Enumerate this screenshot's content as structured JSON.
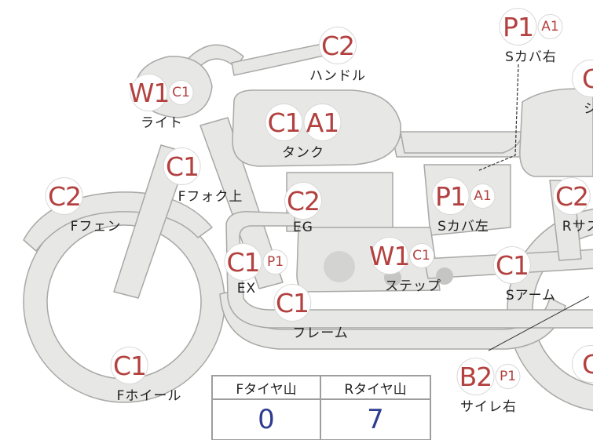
{
  "parts": [
    {
      "id": "handle",
      "grades": [
        "C2"
      ],
      "label": "ハンドル"
    },
    {
      "id": "light",
      "grades": [
        "W1",
        "C1"
      ],
      "label": "ライト"
    },
    {
      "id": "tank",
      "grades": [
        "C1",
        "A1"
      ],
      "label": "タンク"
    },
    {
      "id": "fork-upper",
      "grades": [
        "C1"
      ],
      "label": "Fフォク上"
    },
    {
      "id": "front-fender",
      "grades": [
        "C2"
      ],
      "label": "Fフェン"
    },
    {
      "id": "engine",
      "grades": [
        "C2"
      ],
      "label": "EG"
    },
    {
      "id": "exhaust",
      "grades": [
        "C1",
        "P1"
      ],
      "label": "EX"
    },
    {
      "id": "frame",
      "grades": [
        "C1"
      ],
      "label": "フレーム"
    },
    {
      "id": "step",
      "grades": [
        "W1",
        "C1"
      ],
      "label": "ステップ"
    },
    {
      "id": "side-cover-left",
      "grades": [
        "P1",
        "A1"
      ],
      "label": "Sカバ左"
    },
    {
      "id": "side-cover-right",
      "grades": [
        "P1",
        "A1"
      ],
      "label": "Sカバ右"
    },
    {
      "id": "seat",
      "grades": [
        "C"
      ],
      "label": "シ"
    },
    {
      "id": "rear-sus",
      "grades": [
        "C2"
      ],
      "label": "Rサス"
    },
    {
      "id": "swing-arm",
      "grades": [
        "C1"
      ],
      "label": "Sアーム"
    },
    {
      "id": "front-wheel",
      "grades": [
        "C1"
      ],
      "label": "Fホイール"
    },
    {
      "id": "silencer-right",
      "grades": [
        "B2",
        "P1"
      ],
      "label": "サイレ右"
    },
    {
      "id": "rear-wheel",
      "grades": [
        "C"
      ],
      "label": ""
    }
  ],
  "tire_table": {
    "headers": [
      "Fタイヤ山",
      "Rタイヤ山"
    ],
    "values": [
      "0",
      "7"
    ]
  },
  "colors": {
    "grade_text": "#b2413f",
    "value_text": "#2e3d8f",
    "bike_fill": "#e7e7e5",
    "bike_stroke": "#a8a8a6"
  }
}
